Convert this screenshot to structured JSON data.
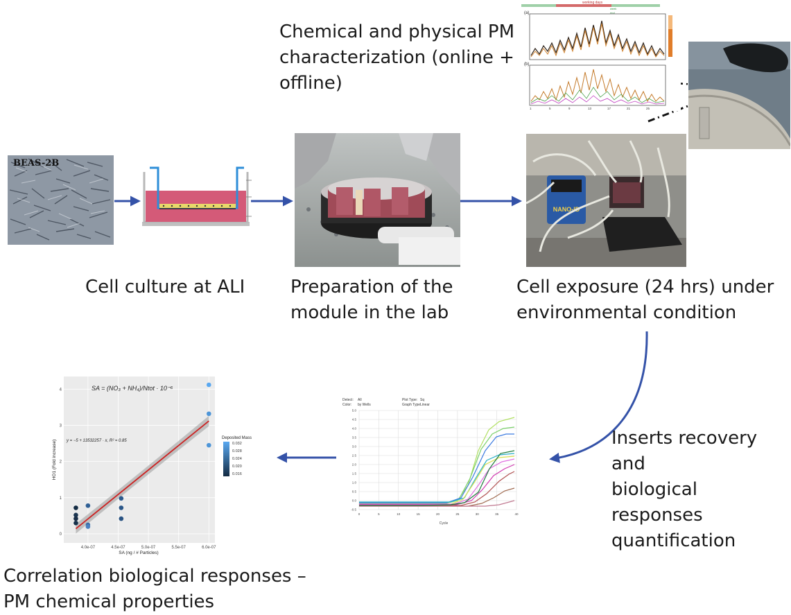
{
  "labels": {
    "pm_char": [
      "Chemical and physical PM",
      "characterization (online +",
      "offline)"
    ],
    "cell_culture": "Cell culture at ALI",
    "prep": [
      "Preparation of the",
      "module in the lab"
    ],
    "exposure": [
      "Cell exposure (24 hrs) under",
      "environmental condition"
    ],
    "inserts": [
      "Inserts recovery and",
      "biological responses",
      "quantification"
    ],
    "correlation": [
      "Correlation biological responses –",
      "PM chemical properties"
    ]
  },
  "beas_label": "BEAS-2B",
  "instrument_label": "NANO-ID",
  "ts_chart": {
    "panel_a_label": "(a)",
    "panel_b_label": "(b)",
    "header_text": "working days",
    "week_text": "week",
    "end_text": "end",
    "x_ticks": [
      "1",
      "5",
      "9",
      "13",
      "17",
      "21",
      "25"
    ]
  },
  "pcr_chart": {
    "header": [
      "Detect:",
      "All",
      "Plot Type:",
      "Sq",
      "Color:",
      "by Wells",
      "Graph Type:",
      "Linear"
    ],
    "y_ticks": [
      "5.0",
      "4.5",
      "4.0",
      "3.5",
      "3.0",
      "2.5",
      "2.0",
      "1.5",
      "1.0",
      "0.5",
      "0.0",
      "-0.5"
    ],
    "x_ticks": [
      "0",
      "5",
      "10",
      "15",
      "20",
      "25",
      "30",
      "35",
      "40"
    ],
    "xlabel": "Cycle"
  },
  "scatter": {
    "formula": "SA = (NO₃ + NH₄)/Ntot · 10⁻⁶",
    "equation": "y = −5 + 13532257 · x,  R² = 0.85",
    "xlabel": "SA (ng / # Particles)",
    "ylabel": "HO1 (Fold increase)",
    "legend_title": "Deposited Mass",
    "legend_values": [
      "0.032",
      "0.028",
      "0.024",
      "0.020",
      "0.016"
    ],
    "x_tick_labels": [
      "4.0e-07",
      "4.5e-07",
      "5.0e-07",
      "5.5e-07",
      "6.0e-07"
    ],
    "y_tick_labels": [
      "0",
      "1",
      "2",
      "3",
      "4"
    ]
  },
  "colors": {
    "arrow": "#3452a8",
    "medium": "#d45a78",
    "insert": "#2e8ed8",
    "regression": "#cc2222"
  }
}
